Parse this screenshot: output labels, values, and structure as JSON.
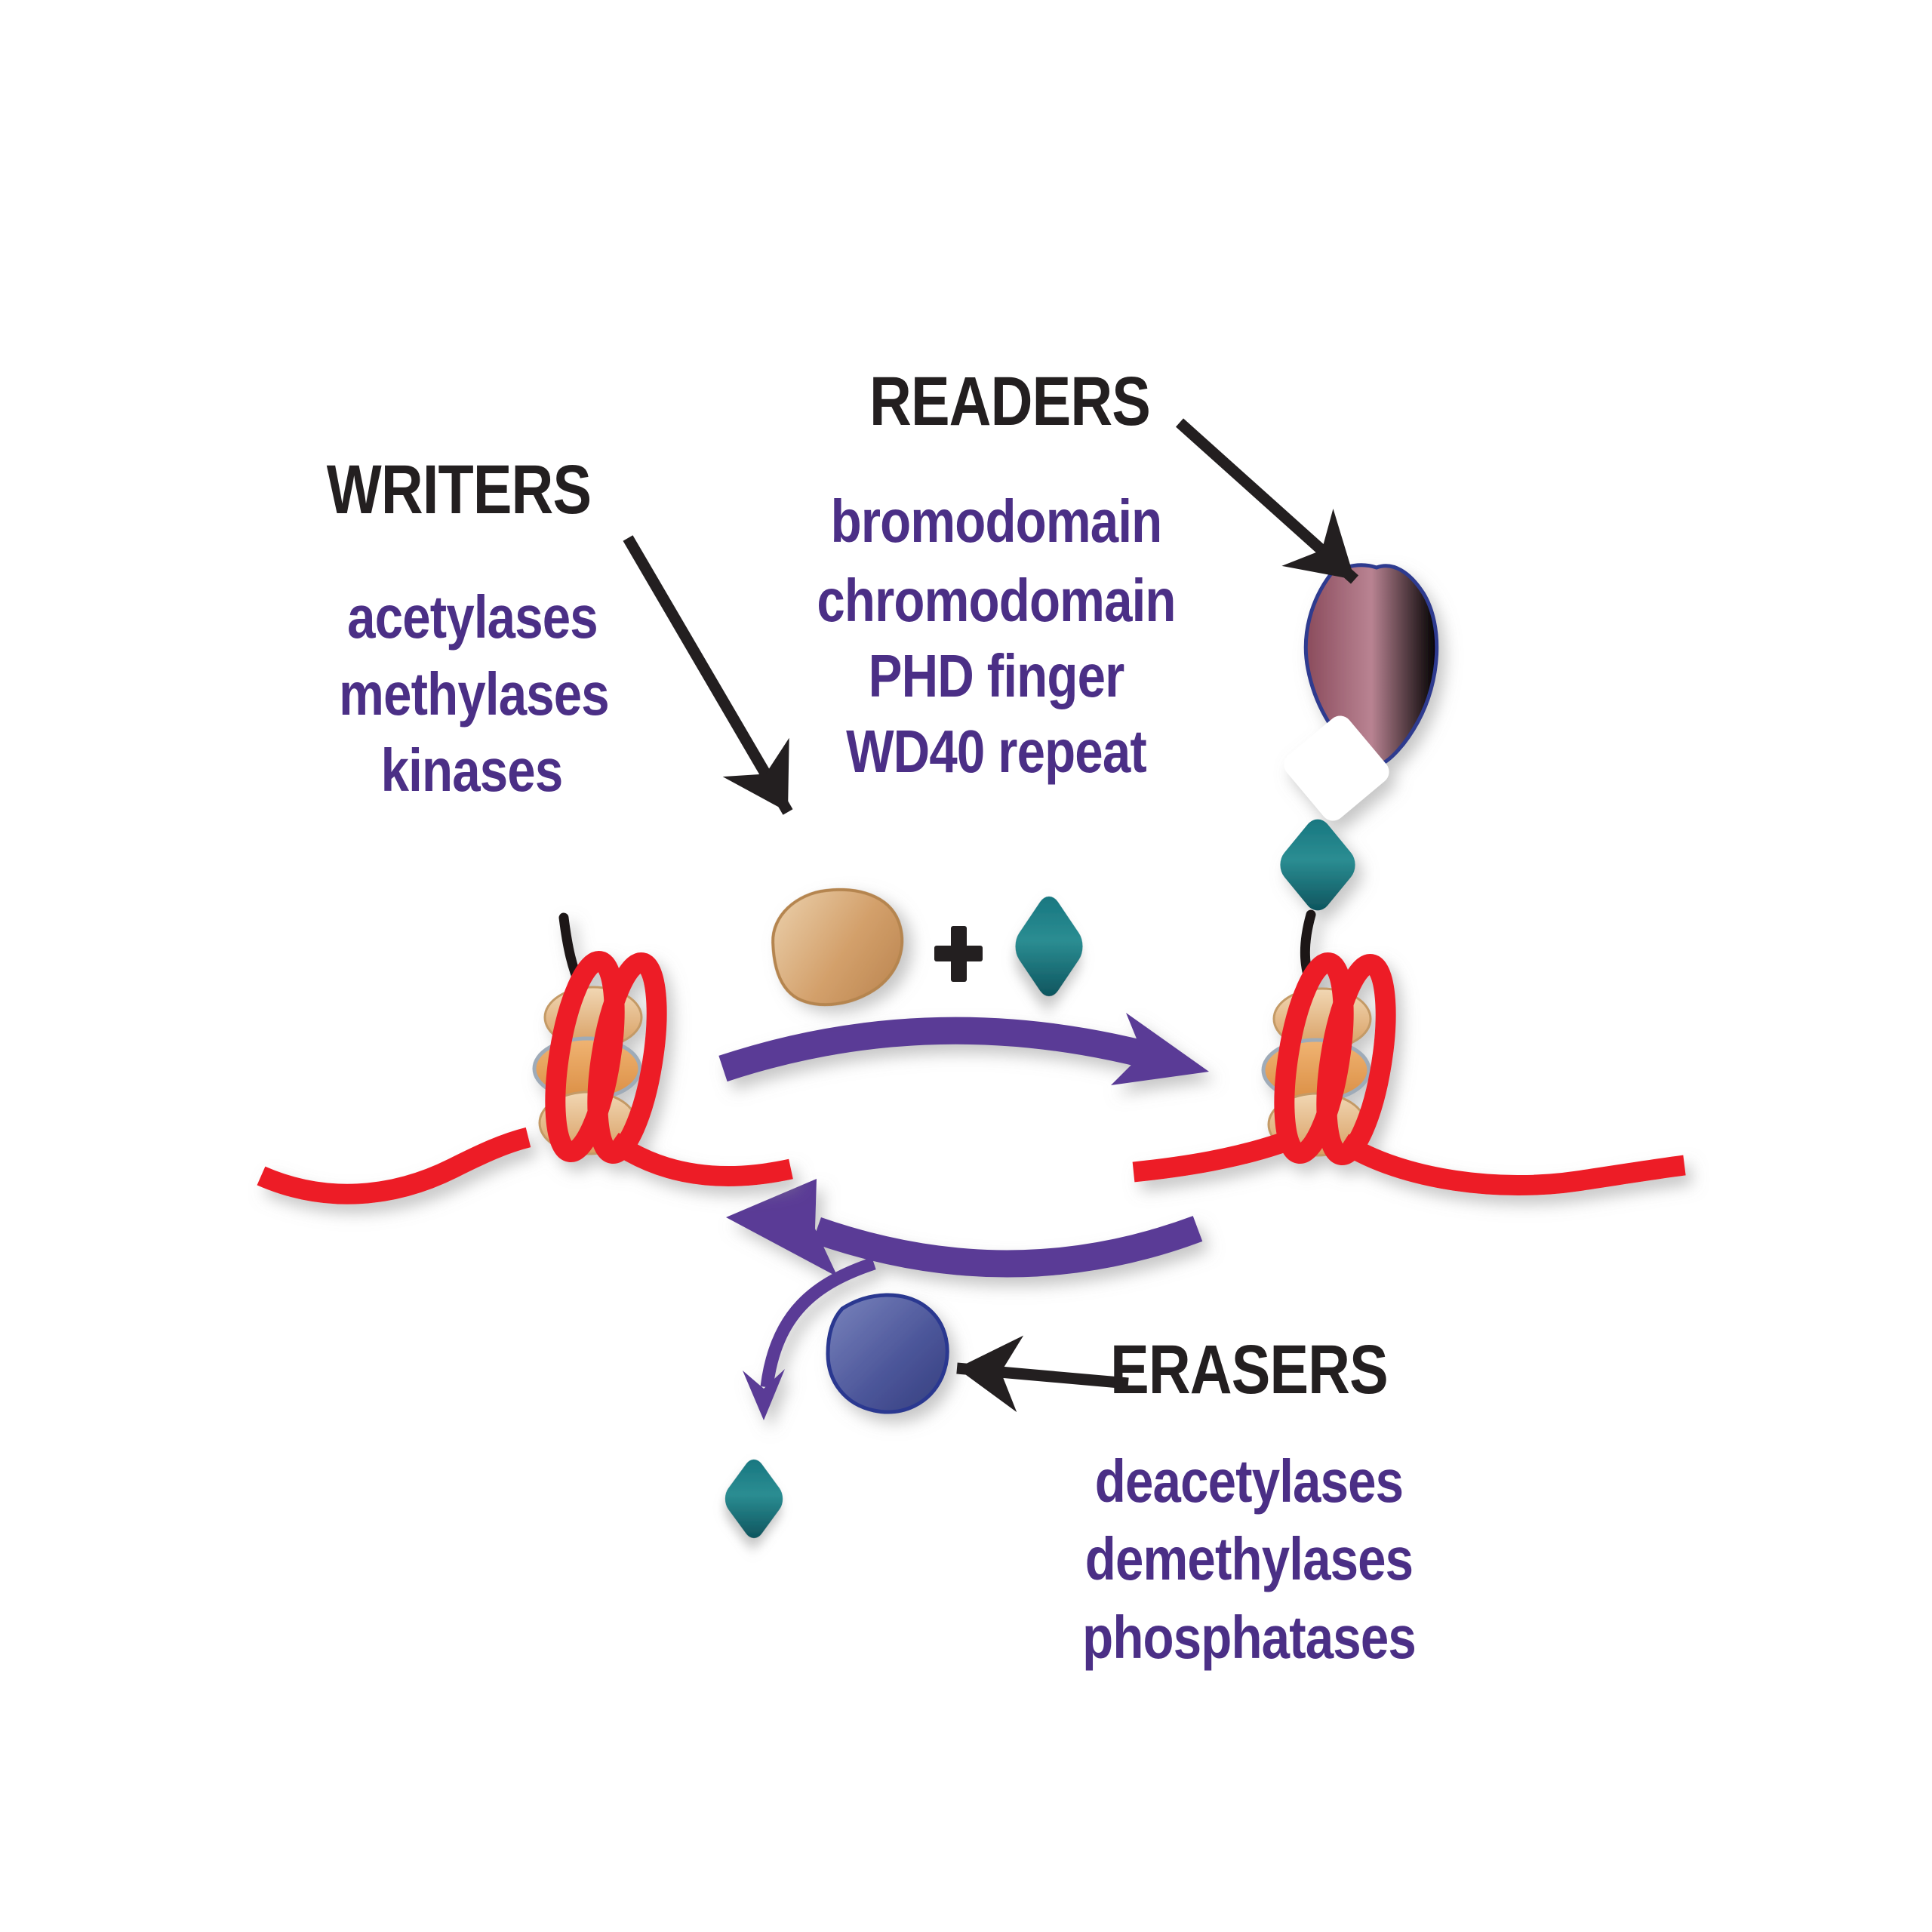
{
  "writers": {
    "title": "WRITERS",
    "items": [
      "acetylases",
      "methylases",
      "kinases"
    ]
  },
  "readers": {
    "title": "READERS",
    "items": [
      "bromodomain",
      "chromodomain",
      "PHD finger",
      "WD40 repeat"
    ]
  },
  "erasers": {
    "title": "ERASERS",
    "items": [
      "deacetylases",
      "demethylases",
      "phosphatases"
    ]
  },
  "operators": {
    "plus": "+"
  },
  "icons": {
    "writer_enzyme_icon": "tan-blob",
    "histone_mark_icon": "teal-diamond",
    "reader_protein_icon": "maroon-leaf-with-docking-notch",
    "eraser_enzyme_icon": "blue-teardrop",
    "nucleosome_icon": "histone-stack-wrapped-by-red-dna",
    "histone_tail_icon": "black-curved-line",
    "plus_icon": "+",
    "forward_reaction_arrow_icon": "purple-curved-arrow-right",
    "reverse_reaction_arrow_icon": "purple-curved-arrow-left",
    "mark-release-arrow-icon": "purple-branch-arrow-down",
    "writers_pointer_icon": "black-straight-arrow",
    "readers_pointer_icon": "black-straight-arrow",
    "erasers_pointer_icon": "black-straight-arrow"
  },
  "colors": {
    "label_black": "#231f20",
    "label_purple": "#4b2f86",
    "arrow_purple": "#5a3b96",
    "dna_red": "#ed1c26",
    "histone_tan": "#dfa76b",
    "mark_teal": "#13707a",
    "writer_tan": "#cf9a66",
    "reader_maroon": "#9c5d6e",
    "eraser_blue": "#49549b",
    "pointer_black": "#231f20"
  }
}
